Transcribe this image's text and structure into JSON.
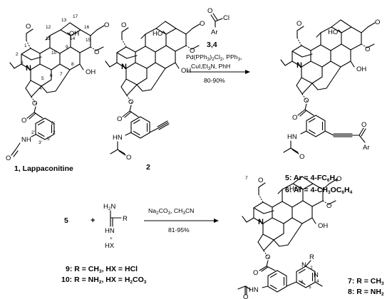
{
  "compounds": {
    "c1": "1, Lappaconitine",
    "c2": "2",
    "c34": "3,4",
    "c5": "5:  Ar = 4-FC",
    "c5_sub1": "6",
    "c5_mid": "H",
    "c5_sub2": "4",
    "c6": "6:  Ar = 4-CH",
    "c6_sub1": "3",
    "c6_mid": "OC",
    "c6_sub2": "6",
    "c6_tail": "H",
    "c6_sub3": "4",
    "c5_start": "5",
    "c9": "9:  R = CH",
    "c9_sub": "3",
    "c9_tail": ",  HX = HCl",
    "c10": "10:  R = NH",
    "c10_sub": "2",
    "c10_mid": ", HX = H",
    "c10_sub2": "2",
    "c10_mid2": "CO",
    "c10_sub3": "3",
    "c7": "7:  R = CH",
    "c7_sub": "3",
    "c8": "8:  R = NH",
    "c8_sub": "2"
  },
  "reaction1": {
    "line1": "Pd(PPh",
    "line1_sub": "3",
    "line1_mid": ")",
    "line1_sub2": "2",
    "line1_tail": "Cl",
    "line1_sub3": "2",
    "line1_end": ", PPh",
    "line1_sub4": "3",
    "line1_comma": ",",
    "line2": "CuI,Et",
    "line2_sub": "3",
    "line2_tail": "N, PhH",
    "yield": "80-90%"
  },
  "reaction2": {
    "line1": "Na",
    "line1_sub": "2",
    "line1_mid": "CO",
    "line1_sub2": "3",
    "line1_tail": ", CH",
    "line1_sub3": "3",
    "line1_end": "CN",
    "yield": "81-95%"
  },
  "plus": "+",
  "atoms": {
    "O": "O",
    "N": "N",
    "H": "H",
    "NH": "NH",
    "OH": "OH",
    "HO": "HO",
    "Cl": "Cl",
    "Ar": "Ar",
    "F": "F",
    "R": "R",
    "HN": "HN",
    "HX": "HX",
    "H2N": "H",
    "H2N_sub": "2",
    "H2N_N": "N",
    "HX_plus": "+"
  },
  "locants": [
    "1",
    "2",
    "3",
    "4",
    "5",
    "6",
    "7",
    "8",
    "9",
    "10",
    "11",
    "12",
    "13",
    "14",
    "15",
    "16",
    "17",
    "1'",
    "2'",
    "3'",
    "4'",
    "5'",
    "6'",
    "2",
    "4",
    "5",
    "6"
  ]
}
